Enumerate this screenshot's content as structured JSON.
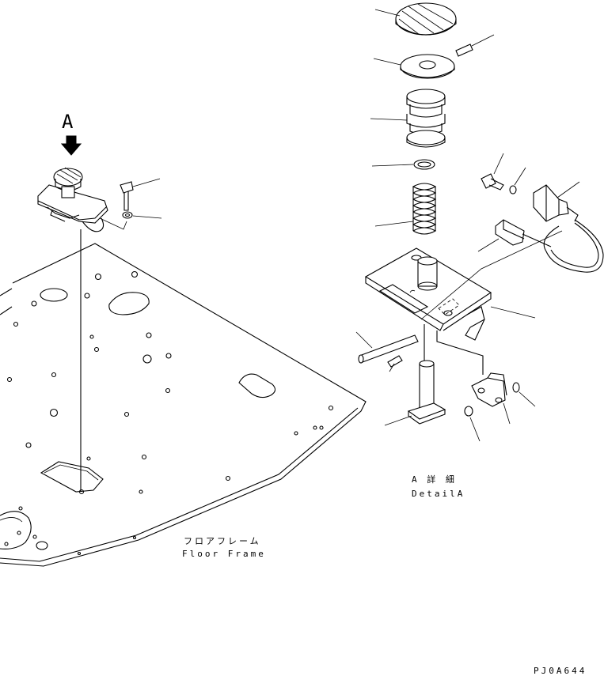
{
  "view_marker": "A",
  "labels": {
    "floor_frame_jp": "フロアフレーム",
    "floor_frame_en": "Floor Frame",
    "detail_jp": "A 詳 細",
    "detail_en": "DetailA",
    "drawing_code": "PJ0A644"
  }
}
